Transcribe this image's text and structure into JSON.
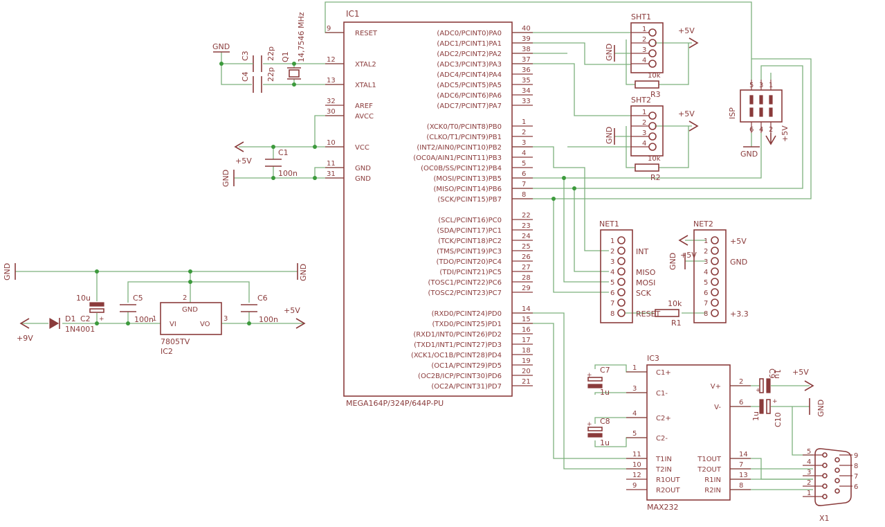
{
  "ic1": {
    "ref": "IC1",
    "part": "MEGA164P/324P/644P-PU",
    "left_pins": [
      {
        "num": "9",
        "name": "RESET"
      },
      {
        "num": "12",
        "name": "XTAL2"
      },
      {
        "num": "13",
        "name": "XTAL1"
      },
      {
        "num": "32",
        "name": "AREF"
      },
      {
        "num": "30",
        "name": "AVCC"
      },
      {
        "num": "10",
        "name": "VCC"
      },
      {
        "num": "11",
        "name": "GND"
      },
      {
        "num": "31",
        "name": "GND"
      }
    ],
    "right_pins": [
      {
        "num": "40",
        "name": "(ADC0/PCINT0)PA0"
      },
      {
        "num": "39",
        "name": "(ADC1/PCINT1)PA1"
      },
      {
        "num": "38",
        "name": "(ADC2/PCINT2)PA2"
      },
      {
        "num": "37",
        "name": "(ADC3/PCINT3)PA3"
      },
      {
        "num": "36",
        "name": "(ADC4/PCINT4)PA4"
      },
      {
        "num": "35",
        "name": "(ADC5/PCINT5)PA5"
      },
      {
        "num": "34",
        "name": "(ADC6/PCINT6)PA6"
      },
      {
        "num": "33",
        "name": "(ADC7/PCINT7)PA7"
      },
      {
        "num": "1",
        "name": "(XCK0/T0/PCINT8)PB0"
      },
      {
        "num": "2",
        "name": "(CLKO/T1/PCINT9)PB1"
      },
      {
        "num": "3",
        "name": "(INT2/AIN0/PCINT10)PB2"
      },
      {
        "num": "4",
        "name": "(OC0A/AIN1/PCINT11)PB3"
      },
      {
        "num": "5",
        "name": "(OC0B/SS/PCINT12)PB4"
      },
      {
        "num": "6",
        "name": "(MOSI/PCINT13)PB5"
      },
      {
        "num": "7",
        "name": "(MISO/PCINT14)PB6"
      },
      {
        "num": "8",
        "name": "(SCK/PCINT15)PB7"
      },
      {
        "num": "22",
        "name": "(SCL/PCINT16)PC0"
      },
      {
        "num": "23",
        "name": "(SDA/PCINT17)PC1"
      },
      {
        "num": "24",
        "name": "(TCK/PCINT18)PC2"
      },
      {
        "num": "25",
        "name": "(TMS/PCINT19)PC3"
      },
      {
        "num": "26",
        "name": "(TDO/PCINT20)PC4"
      },
      {
        "num": "27",
        "name": "(TDI/PCINT21)PC5"
      },
      {
        "num": "28",
        "name": "(TOSC1/PCINT22)PC6"
      },
      {
        "num": "29",
        "name": "(TOSC2/PCINT23)PC7"
      },
      {
        "num": "14",
        "name": "(RXD0/PCINT24)PD0"
      },
      {
        "num": "15",
        "name": "(TXD0/PCINT25)PD1"
      },
      {
        "num": "16",
        "name": "(RXD1/INT0/PCINT26)PD2"
      },
      {
        "num": "17",
        "name": "(TXD1/INT1/PCINT27)PD3"
      },
      {
        "num": "18",
        "name": "(XCK1/OC1B/PCINT28)PD4"
      },
      {
        "num": "19",
        "name": "(OC1A/PCINT29)PD5"
      },
      {
        "num": "20",
        "name": "(OC2B/ICP/PCINT30)PD6"
      },
      {
        "num": "21",
        "name": "(OC2A/PCINT31)PD7"
      }
    ]
  },
  "crystal": {
    "c3": {
      "ref": "C3",
      "value": "22p"
    },
    "c4": {
      "ref": "C4",
      "value": "22p"
    },
    "q1": {
      "ref": "Q1",
      "value": "14,7546 MHz"
    },
    "gnd": "GND"
  },
  "supply": {
    "c1": {
      "ref": "C1",
      "value": "100n"
    },
    "vcc": "+5V",
    "gnd": "GND"
  },
  "regulator": {
    "gnd_left": "GND",
    "gnd_right": "GND",
    "c2": {
      "ref": "C2",
      "value": "10u",
      "polarity": "+"
    },
    "c5": {
      "ref": "C5",
      "value": "100n"
    },
    "c6": {
      "ref": "C6",
      "value": "100n"
    },
    "d1": {
      "ref": "D1",
      "value": "1N4001"
    },
    "vin": "+9V",
    "vout": "+5V",
    "ic2": {
      "ref": "IC2",
      "part": "7805TV",
      "pin_gnd": "GND",
      "pin_vi": "VI",
      "pin_vo": "VO",
      "n1": "1",
      "n2": "2",
      "n3": "3"
    }
  },
  "sht1": {
    "ref": "SHT1",
    "pins": [
      "1",
      "2",
      "3",
      "4"
    ],
    "vcc": "+5V",
    "gnd": "GND",
    "r": {
      "ref": "R3",
      "value": "10k"
    }
  },
  "sht2": {
    "ref": "SHT2",
    "pins": [
      "1",
      "2",
      "3",
      "4"
    ],
    "vcc": "+5V",
    "gnd": "GND",
    "r": {
      "ref": "R2",
      "value": "10k"
    }
  },
  "isp": {
    "ref": "ISP",
    "top": [
      "5",
      "3",
      "1"
    ],
    "bottom": [
      "6",
      "4",
      "2"
    ],
    "gnd": "GND",
    "vcc": "+5V"
  },
  "net1": {
    "ref": "NET1",
    "pins": [
      "1",
      "2",
      "3",
      "4",
      "5",
      "6",
      "7",
      "8"
    ],
    "labels": [
      "",
      "INT",
      "",
      "MISO",
      "MOSI",
      "SCK",
      "",
      "RESET"
    ]
  },
  "net2": {
    "ref": "NET2",
    "pins": [
      "1",
      "2",
      "3",
      "4",
      "5",
      "6",
      "7",
      "8"
    ],
    "labels": [
      "+5V",
      "",
      "GND",
      "",
      "",
      "",
      "",
      "+3.3"
    ],
    "gnd": "GND",
    "vcc": "+5V"
  },
  "r1": {
    "ref": "R1",
    "value": "10k"
  },
  "ic3": {
    "ref": "IC3",
    "part": "MAX232",
    "left": [
      {
        "num": "1",
        "name": "C1+"
      },
      {
        "num": "3",
        "name": "C1-"
      },
      {
        "num": "4",
        "name": "C2+"
      },
      {
        "num": "5",
        "name": "C2-"
      },
      {
        "num": "11",
        "name": "T1IN"
      },
      {
        "num": "10",
        "name": "T2IN"
      },
      {
        "num": "12",
        "name": "R1OUT"
      },
      {
        "num": "9",
        "name": "R2OUT"
      }
    ],
    "right": [
      {
        "num": "2",
        "name": "V+"
      },
      {
        "num": "6",
        "name": "V-"
      },
      {
        "num": "14",
        "name": "T1OUT"
      },
      {
        "num": "7",
        "name": "T2OUT"
      },
      {
        "num": "13",
        "name": "R1IN"
      },
      {
        "num": "8",
        "name": "R2IN"
      }
    ]
  },
  "c7": {
    "ref": "C7",
    "value": "1u"
  },
  "c8": {
    "ref": "C8",
    "value": "1u"
  },
  "c9": {
    "ref": "C9",
    "value": "1u",
    "vcc": "+5V"
  },
  "c10": {
    "ref": "C10",
    "value": "1u",
    "gnd": "GND"
  },
  "x1": {
    "ref": "X1",
    "left": [
      "5",
      "4",
      "3",
      "2",
      "1"
    ],
    "right": [
      "9",
      "8",
      "7",
      "6"
    ]
  }
}
